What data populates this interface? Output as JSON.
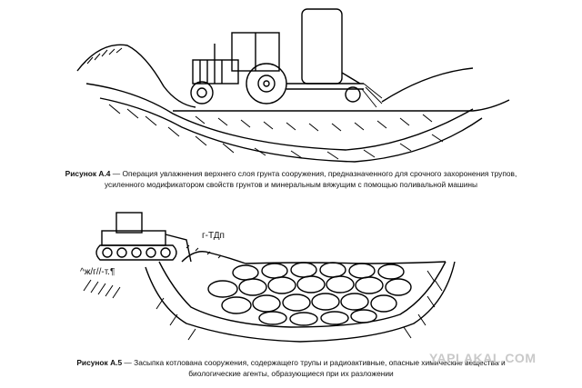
{
  "figure1": {
    "caption_number": "Рисунок А.4",
    "caption_text": " — Операция увлажнения верхнего слоя грунта сооружения, предназначенного для срочного захоронения трупов, усиленного модификатором свойств грунтов и минеральным вяжущим с помощью поливальной машины"
  },
  "figure2": {
    "caption_number": "Рисунок А.5",
    "caption_text": " — Засыпка котлована сооружения, содержащего трупы и радиоактивные, опасные химические вещества и биологические агенты, образующиеся при их разложении",
    "label_top": "г-ТДп",
    "label_side": "^ж/г//-т.¶"
  },
  "watermark": "YAPLAKAL.COM"
}
